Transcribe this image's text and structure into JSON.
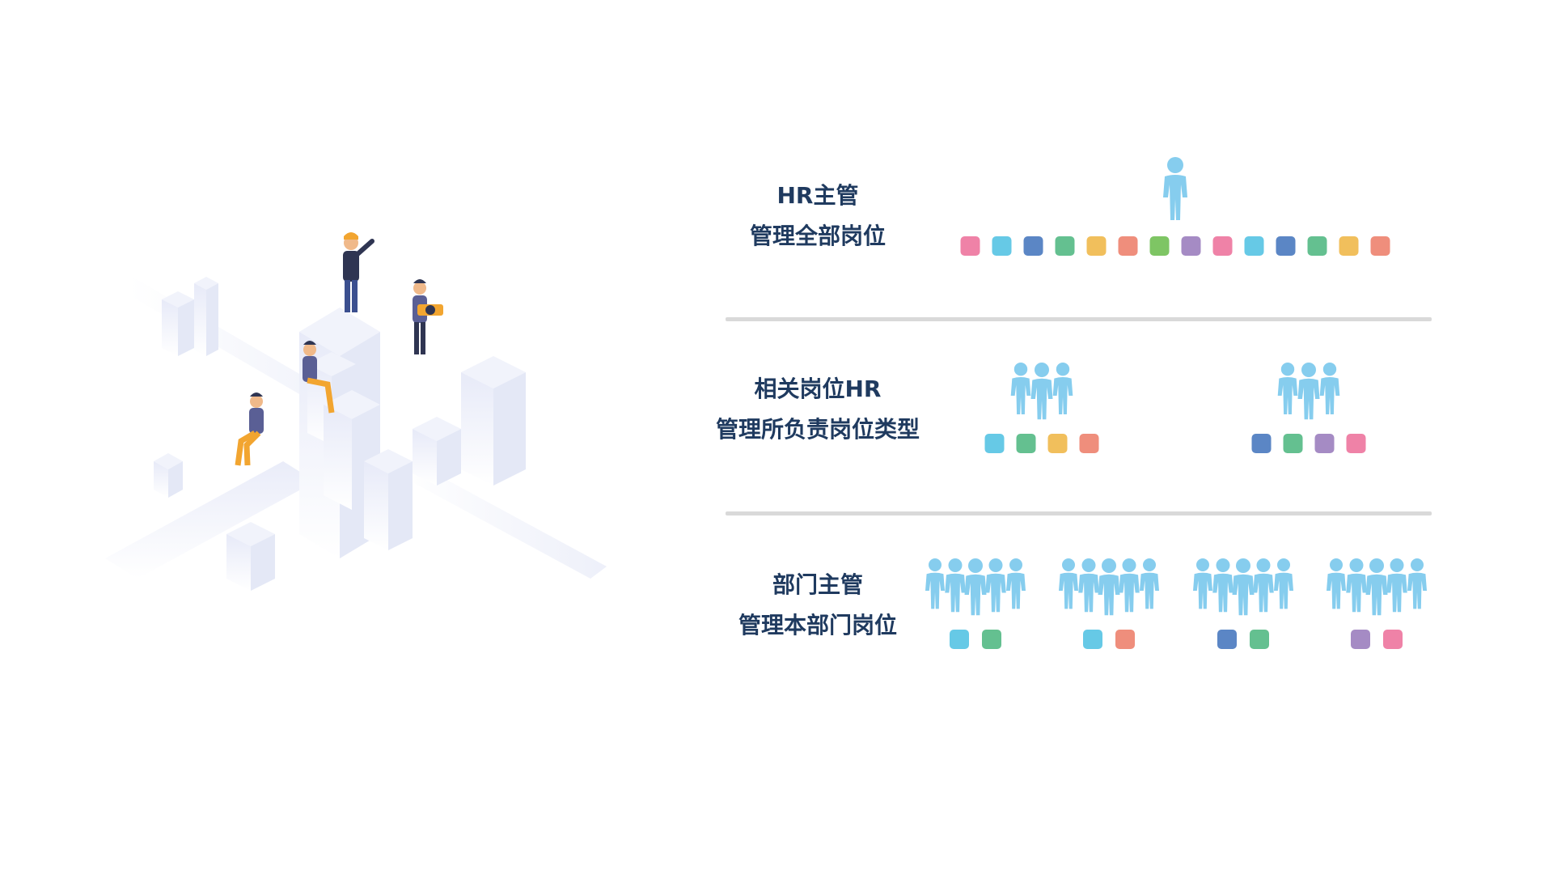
{
  "levels": [
    {
      "line1": "HR主管",
      "line2": "管理全部岗位",
      "groups": [
        {
          "people": 1,
          "chips": [
            "#ef82a7",
            "#66c9e6",
            "#5b86c5",
            "#64c090",
            "#f1bf5c",
            "#ef8e7c",
            "#7ec564",
            "#a58bc4",
            "#ef82a7",
            "#66c9e6",
            "#5b86c5",
            "#64c090",
            "#f1bf5c",
            "#ef8e7c"
          ]
        }
      ]
    },
    {
      "line1": "相关岗位HR",
      "line2": "管理所负责岗位类型",
      "groups": [
        {
          "people": 3,
          "chips": [
            "#66c9e6",
            "#64c090",
            "#f1bf5c",
            "#ef8e7c"
          ]
        },
        {
          "people": 3,
          "chips": [
            "#5b86c5",
            "#64c090",
            "#a58bc4",
            "#ef82a7"
          ]
        }
      ]
    },
    {
      "line1": "部门主管",
      "line2": "管理本部门岗位",
      "groups": [
        {
          "people": 5,
          "chips": [
            "#66c9e6",
            "#64c090"
          ]
        },
        {
          "people": 5,
          "chips": [
            "#66c9e6",
            "#ef8e7c"
          ]
        },
        {
          "people": 5,
          "chips": [
            "#5b86c5",
            "#64c090"
          ]
        },
        {
          "people": 5,
          "chips": [
            "#a58bc4",
            "#ef82a7"
          ]
        }
      ]
    }
  ],
  "colors": {
    "person": "#86cdee",
    "label_text": "#1f3a5f",
    "divider": "#d9d9d9",
    "block": "#eceff9"
  }
}
